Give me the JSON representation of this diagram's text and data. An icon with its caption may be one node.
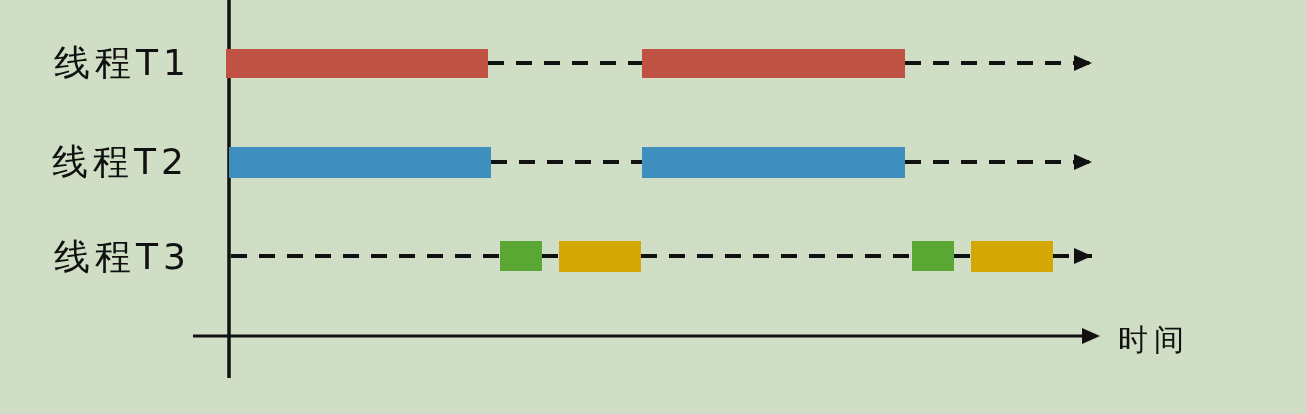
{
  "diagram": {
    "nodes": [
      {
        "text": [],
        "shape": "bar"
      },
      {
        "text": [],
        "shape": "bar"
      },
      {
        "text": [],
        "shape": "bar"
      },
      {
        "text": [],
        "shape": "bar"
      },
      {
        "text": [],
        "shape": "bar"
      },
      {
        "text": [],
        "shape": "bar"
      },
      {
        "text": [],
        "shape": "bar"
      },
      {
        "text": [],
        "shape": "bar"
      }
    ],
    "edges": [
      {
        "from": 0,
        "to": 1,
        "arrow": "none",
        "style": "dashed"
      },
      {
        "from": 1,
        "to": null,
        "arrow": "to",
        "style": "dashed"
      },
      {
        "from": 2,
        "to": 3,
        "arrow": "none",
        "style": "dashed"
      },
      {
        "from": 3,
        "to": null,
        "arrow": "to",
        "style": "dashed"
      },
      {
        "from": null,
        "to": 4,
        "arrow": "none",
        "style": "dashed"
      },
      {
        "from": 4,
        "to": 5,
        "arrow": "none",
        "style": "dashed"
      },
      {
        "from": 5,
        "to": 6,
        "arrow": "none",
        "style": "dashed"
      },
      {
        "from": 6,
        "to": 7,
        "arrow": "none",
        "style": "dashed"
      },
      {
        "from": 7,
        "to": null,
        "arrow": "to",
        "style": "dashed"
      }
    ],
    "labels": [
      "线程T1",
      "线程T2",
      "线程T3",
      "时间"
    ]
  }
}
